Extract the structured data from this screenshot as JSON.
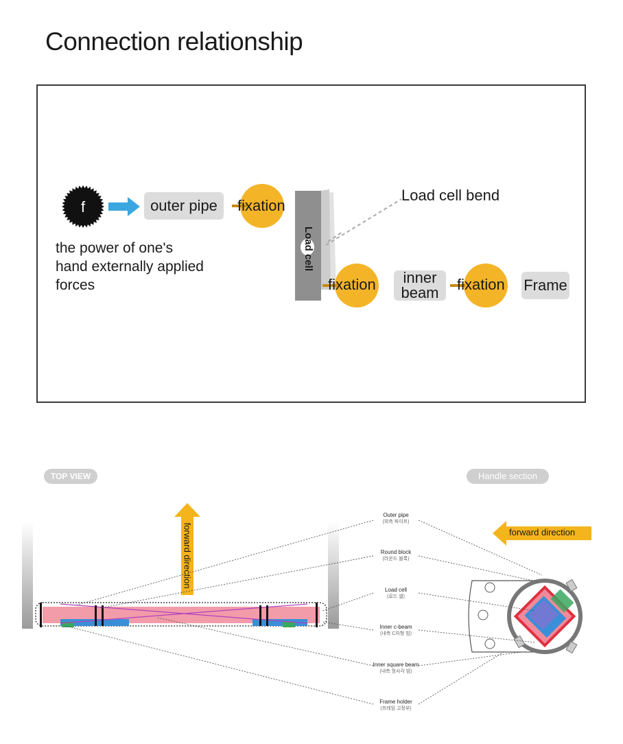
{
  "title": "Connection relationship",
  "diagram": {
    "force_symbol": "f",
    "hand_text": [
      "the power of one's",
      "hand externally applied",
      "forces"
    ],
    "outer_pipe": "outer pipe",
    "fixation": "fixation",
    "load_cell": "Load cell",
    "load_cell_bend": "Load cell bend",
    "inner_beam": [
      "inner",
      "beam"
    ],
    "frame": "Frame"
  },
  "views": {
    "top_view": "TOP VIEW",
    "handle_section": "Handle section",
    "forward_direction": "forward direction"
  },
  "labels": [
    {
      "en": "Outer pipe",
      "ko": "(외측 파이프)"
    },
    {
      "en": "Round block",
      "ko": "(라운드 블록)"
    },
    {
      "en": "Load cell",
      "ko": "(로드 셀)"
    },
    {
      "en": "Inner c-beam",
      "ko": "(내측 C자형 빔)"
    },
    {
      "en": "Inner square beam",
      "ko": "(내측 정사각 빔)"
    },
    {
      "en": "Frame holder",
      "ko": "(프레임 고정부)"
    }
  ],
  "colors": {
    "arrow_blue": "#3aa7e0",
    "fixation_yellow": "#f4b428",
    "forward_orange": "#f4b41c",
    "beam_pink": "#f08a9a",
    "beam_blue": "#3a8fd8",
    "beam_green": "#3aa860"
  }
}
